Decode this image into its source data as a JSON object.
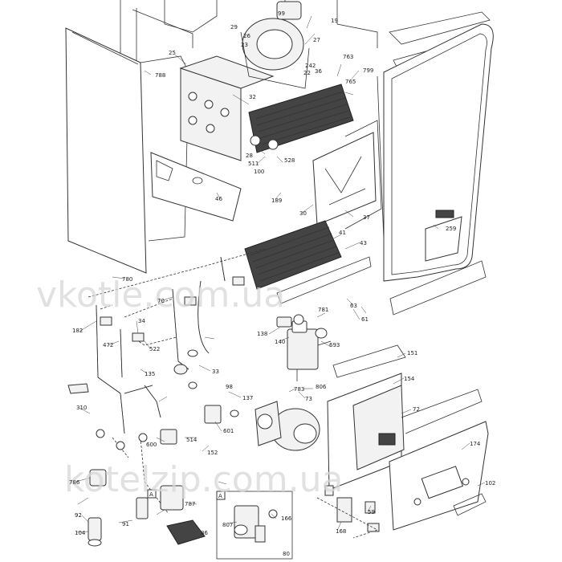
{
  "watermarks": [
    "vkotle.com.ua",
    "kotelzip.com.ua"
  ],
  "inset_box": {
    "letter": "A",
    "number": "80"
  },
  "labels": [
    {
      "t": "99"
    },
    {
      "t": "19"
    },
    {
      "t": "29"
    },
    {
      "t": "23"
    },
    {
      "t": "26"
    },
    {
      "t": "27"
    },
    {
      "t": "25"
    },
    {
      "t": "788"
    },
    {
      "t": "22"
    },
    {
      "t": "36"
    },
    {
      "t": "242"
    },
    {
      "t": "799"
    },
    {
      "t": "765"
    },
    {
      "t": "763"
    },
    {
      "t": "32"
    },
    {
      "t": "30"
    },
    {
      "t": "28"
    },
    {
      "t": "511"
    },
    {
      "t": "100"
    },
    {
      "t": "528"
    },
    {
      "t": "46"
    },
    {
      "t": "189"
    },
    {
      "t": "37"
    },
    {
      "t": "259"
    },
    {
      "t": "41"
    },
    {
      "t": "43"
    },
    {
      "t": "70"
    },
    {
      "t": "780"
    },
    {
      "t": "472"
    },
    {
      "t": "182"
    },
    {
      "t": "34"
    },
    {
      "t": "522"
    },
    {
      "t": "135"
    },
    {
      "t": "33"
    },
    {
      "t": "137"
    },
    {
      "t": "781"
    },
    {
      "t": "138"
    },
    {
      "t": "140"
    },
    {
      "t": "693"
    },
    {
      "t": "151"
    },
    {
      "t": "154"
    },
    {
      "t": "72"
    },
    {
      "t": "73"
    },
    {
      "t": "783"
    },
    {
      "t": "806"
    },
    {
      "t": "98"
    },
    {
      "t": "310"
    },
    {
      "t": "600"
    },
    {
      "t": "514"
    },
    {
      "t": "601"
    },
    {
      "t": "152"
    },
    {
      "t": "174"
    },
    {
      "t": "102"
    },
    {
      "t": "786"
    },
    {
      "t": "92"
    },
    {
      "t": "104"
    },
    {
      "t": "91"
    },
    {
      "t": "787"
    },
    {
      "t": "86"
    },
    {
      "t": "807"
    },
    {
      "t": "166"
    },
    {
      "t": "168"
    },
    {
      "t": "59"
    },
    {
      "t": "61"
    },
    {
      "t": "63"
    }
  ]
}
